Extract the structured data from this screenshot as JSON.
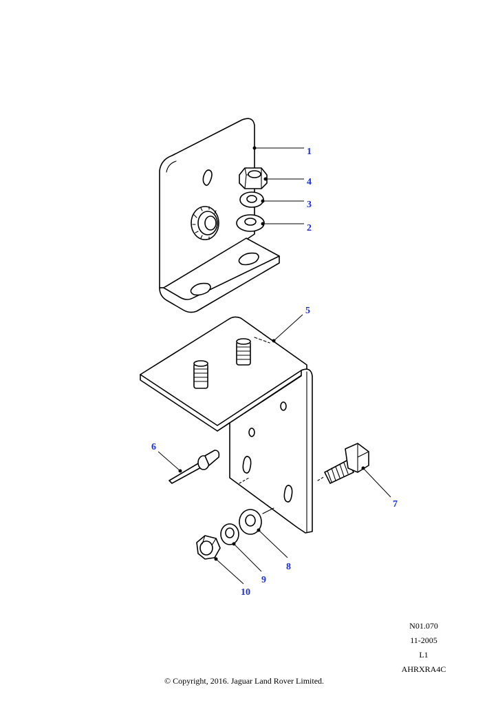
{
  "callouts": [
    {
      "id": "1",
      "label": "1"
    },
    {
      "id": "2",
      "label": "2"
    },
    {
      "id": "3",
      "label": "3"
    },
    {
      "id": "4",
      "label": "4"
    },
    {
      "id": "5",
      "label": "5"
    },
    {
      "id": "6",
      "label": "6"
    },
    {
      "id": "7",
      "label": "7"
    },
    {
      "id": "8",
      "label": "8"
    },
    {
      "id": "9",
      "label": "9"
    },
    {
      "id": "10",
      "label": "10"
    }
  ],
  "meta": {
    "ref": "N01.070",
    "date": "11-2005",
    "level": "L1",
    "code": "AHRXRA4C"
  },
  "copyright": "© Copyright, 2016. Jaguar Land Rover Limited.",
  "colors": {
    "callout": "#1a2fd6",
    "line": "#000000"
  }
}
